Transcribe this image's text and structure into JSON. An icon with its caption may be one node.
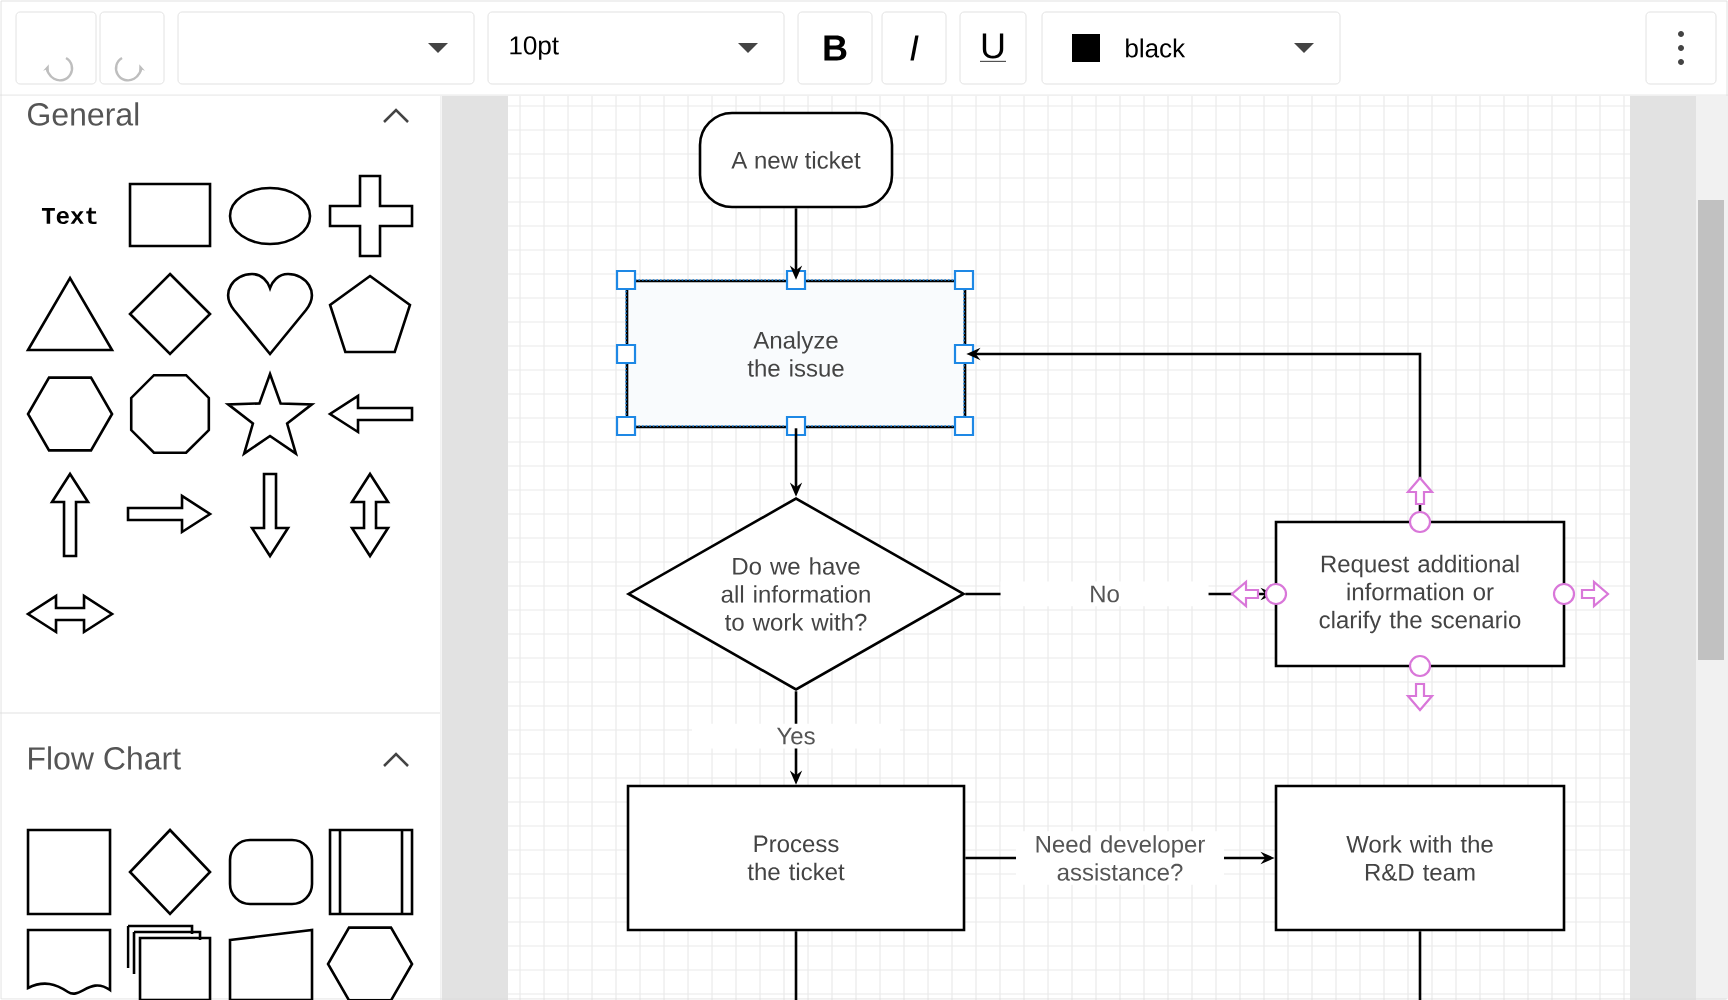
{
  "diagram": {
    "nodes": [
      {
        "text": [
          "A new ticket"
        ]
      },
      {
        "text": [
          "Analyze the issue"
        ]
      },
      {
        "text": [
          "Do we have all information to work with?"
        ]
      },
      {
        "text": [
          "Request additional information or clarify the scenario"
        ]
      },
      {
        "text": [
          "Process the ticket"
        ]
      },
      {
        "text": [
          "Work with the R&D team"
        ]
      }
    ],
    "edges": [
      {
        "from": 0,
        "to": 1,
        "arrow": "to"
      },
      {
        "from": 1,
        "to": 2,
        "arrow": "to"
      },
      {
        "from": 2,
        "to": 3,
        "label": "No",
        "arrow": "to"
      },
      {
        "from": 3,
        "to": 1,
        "arrow": "to"
      },
      {
        "from": 2,
        "to": 4,
        "label": "Yes",
        "arrow": "to"
      },
      {
        "from": 4,
        "to": 5,
        "label": "Need developer assistance?",
        "arrow": "to"
      },
      {
        "from": 4,
        "to": null,
        "arrow": "none"
      },
      {
        "from": 5,
        "to": null,
        "arrow": "none"
      }
    ],
    "labels": [
      "10pt",
      "B",
      "I",
      "U",
      "black",
      "General",
      "Text",
      "Flow Chart"
    ]
  }
}
